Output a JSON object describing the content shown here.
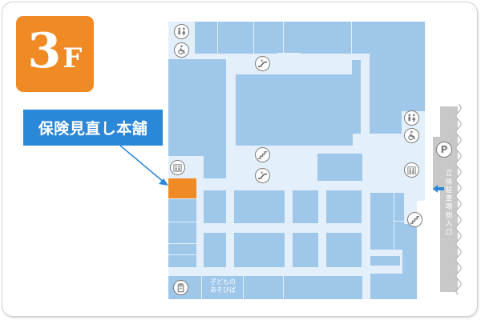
{
  "floor": {
    "number": "3",
    "unit": "F",
    "color": "#f08a24"
  },
  "callout": {
    "label": "保険見直し本舗",
    "color": "#2b87d8"
  },
  "map": {
    "shop_color": "#9fc7e9",
    "corridor_color": "#e3f0fb",
    "highlight_color": "#f08a24",
    "kids_area_label_line1": "子どもの",
    "kids_area_label_line2": "あそびば",
    "parking_symbol": "P",
    "parking_entrance_label": "立体駐車場側入口",
    "icons": [
      "restroom-icon",
      "wheelchair-icon",
      "escalator-icon",
      "stairs-icon",
      "escalator-icon",
      "elevator-icon",
      "restroom-icon",
      "wheelchair-icon",
      "elevator-icon",
      "stairs-icon",
      "trash-icon",
      "parking-icon",
      "entrance-arrow-icon"
    ]
  }
}
